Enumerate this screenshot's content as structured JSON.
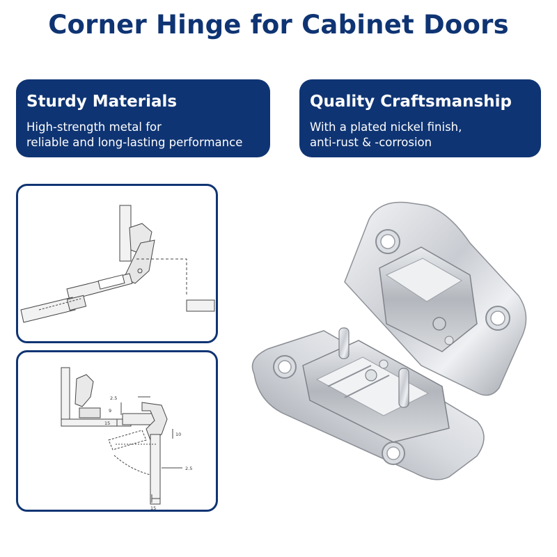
{
  "title": "Corner Hinge for Cabinet Doors",
  "features": [
    {
      "heading": "Sturdy Materials",
      "line1": "High-strength metal for",
      "line2": "reliable and long-lasting performance"
    },
    {
      "heading": "Quality Craftsmanship",
      "line1": "With a plated nickel finish,",
      "line2": "anti-rust & -corrosion"
    }
  ],
  "diagram": {
    "dims": [
      "2.5",
      "9",
      "15",
      "10",
      "2.5",
      "15"
    ]
  },
  "colors": {
    "brand": "#0f3473",
    "background": "#ffffff"
  }
}
